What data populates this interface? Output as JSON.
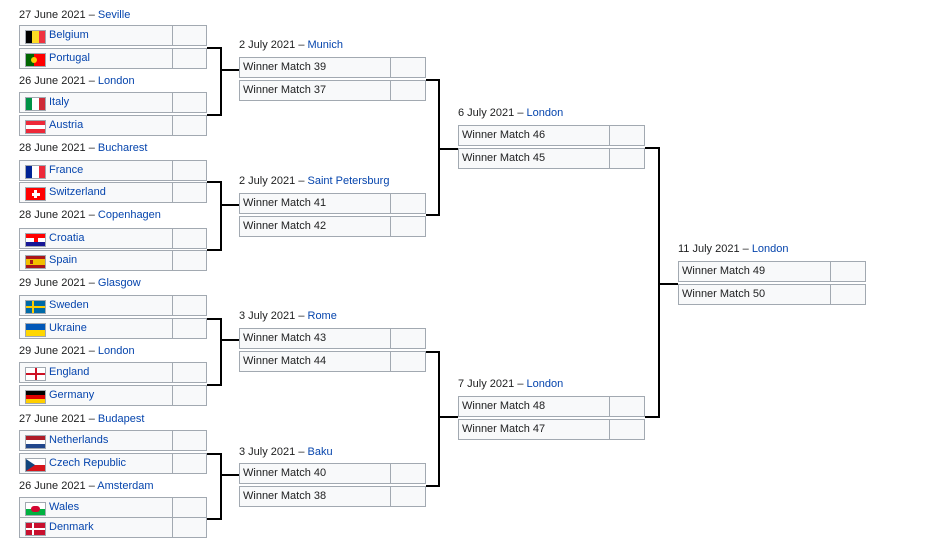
{
  "r16": [
    {
      "date": "27 June 2021",
      "sep": " – ",
      "city": "Seville",
      "teams": [
        {
          "name": "Belgium",
          "flag": "belgium-flag"
        },
        {
          "name": "Portugal",
          "flag": "portugal-flag"
        }
      ]
    },
    {
      "date": "26 June 2021",
      "sep": " – ",
      "city": "London",
      "teams": [
        {
          "name": "Italy",
          "flag": "italy-flag"
        },
        {
          "name": "Austria",
          "flag": "austria-flag"
        }
      ]
    },
    {
      "date": "28 June 2021",
      "sep": " – ",
      "city": "Bucharest",
      "teams": [
        {
          "name": "France",
          "flag": "france-flag"
        },
        {
          "name": "Switzerland",
          "flag": "switzerland-flag"
        }
      ]
    },
    {
      "date": "28 June 2021",
      "sep": " – ",
      "city": "Copenhagen",
      "teams": [
        {
          "name": "Croatia",
          "flag": "croatia-flag"
        },
        {
          "name": "Spain",
          "flag": "spain-flag"
        }
      ]
    },
    {
      "date": "29 June 2021",
      "sep": " – ",
      "city": "Glasgow",
      "teams": [
        {
          "name": "Sweden",
          "flag": "sweden-flag"
        },
        {
          "name": "Ukraine",
          "flag": "ukraine-flag"
        }
      ]
    },
    {
      "date": "29 June 2021",
      "sep": " – ",
      "city": "London",
      "teams": [
        {
          "name": "England",
          "flag": "england-flag"
        },
        {
          "name": "Germany",
          "flag": "germany-flag"
        }
      ]
    },
    {
      "date": "27 June 2021",
      "sep": " – ",
      "city": "Budapest",
      "teams": [
        {
          "name": "Netherlands",
          "flag": "netherlands-flag"
        },
        {
          "name": "Czech Republic",
          "flag": "czech-republic-flag"
        }
      ]
    },
    {
      "date": "26 June 2021",
      "sep": " – ",
      "city": "Amsterdam",
      "teams": [
        {
          "name": "Wales",
          "flag": "wales-flag"
        },
        {
          "name": "Denmark",
          "flag": "denmark-flag"
        }
      ]
    }
  ],
  "qf": [
    {
      "date": "2 July 2021",
      "sep": " – ",
      "city": "Munich",
      "teams": [
        "Winner Match 39",
        "Winner Match 37"
      ]
    },
    {
      "date": "2 July 2021",
      "sep": " – ",
      "city": "Saint Petersburg",
      "teams": [
        "Winner Match 41",
        "Winner Match 42"
      ]
    },
    {
      "date": "3 July 2021",
      "sep": " – ",
      "city": "Rome",
      "teams": [
        "Winner Match 43",
        "Winner Match 44"
      ]
    },
    {
      "date": "3 July 2021",
      "sep": " – ",
      "city": "Baku",
      "teams": [
        "Winner Match 40",
        "Winner Match 38"
      ]
    }
  ],
  "sf": [
    {
      "date": "6 July 2021",
      "sep": " – ",
      "city": "London",
      "teams": [
        "Winner Match 46",
        "Winner Match 45"
      ]
    },
    {
      "date": "7 July 2021",
      "sep": " – ",
      "city": "London",
      "teams": [
        "Winner Match 48",
        "Winner Match 47"
      ]
    }
  ],
  "final": {
    "date": "11 July 2021",
    "sep": " – ",
    "city": "London",
    "teams": [
      "Winner Match 49",
      "Winner Match 50"
    ]
  },
  "colors": {
    "link": "#0645ad",
    "cell": "#f8f9fa",
    "border": "#a2a9b1",
    "connector": "#000000"
  }
}
